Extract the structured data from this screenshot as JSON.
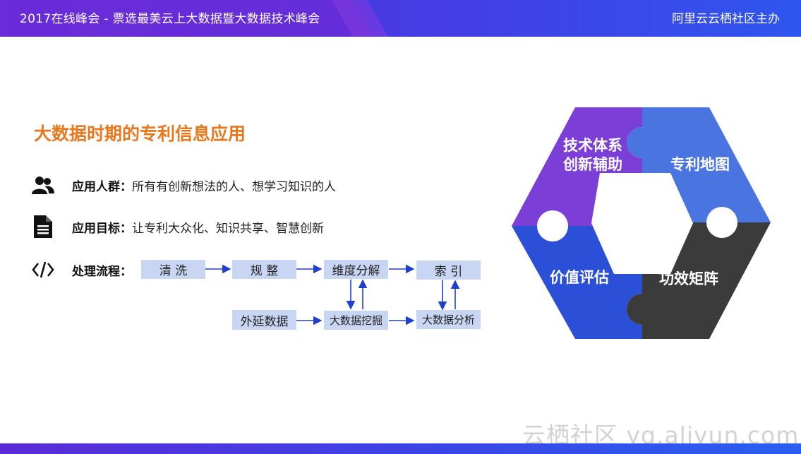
{
  "header": {
    "title": "2017在线峰会 - 票选最美云上大数据暨大数据技术峰会",
    "host": "阿里云云栖社区主办"
  },
  "slide": {
    "title": "大数据时期的专利信息应用",
    "rows": [
      {
        "label": "应用人群：",
        "value": "所有有创新想法的人、想学习知识的人",
        "icon": "users-icon"
      },
      {
        "label": "应用目标：",
        "value": "让专利大众化、知识共享、智慧创新",
        "icon": "document-icon"
      },
      {
        "label": "处理流程：",
        "value": "",
        "icon": "code-icon"
      }
    ]
  },
  "flow": {
    "boxes": [
      "清 洗",
      "规 整",
      "维度分解",
      "索 引",
      "外延数据",
      "大数据挖掘",
      "大数据分析"
    ]
  },
  "cycle": {
    "segments": [
      {
        "text": "技术体系\n创新辅助",
        "color": "#7b3fd8"
      },
      {
        "text": "专利地图",
        "color": "#4a74e0"
      },
      {
        "text": "功效矩阵",
        "color": "#3b3b3b"
      },
      {
        "text": "价值评估",
        "color": "#2b4fd6"
      }
    ]
  },
  "watermark": "云栖社区 yq.aliyun.com",
  "colors": {
    "accent": "#e8781e",
    "box": "#c8d6f3",
    "arrow": "#1f3fd0"
  }
}
